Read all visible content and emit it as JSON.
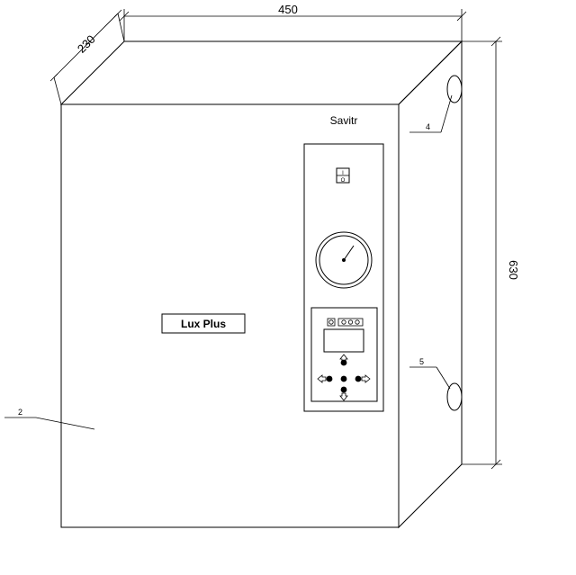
{
  "dimensions": {
    "width": "450",
    "depth": "230",
    "height": "630"
  },
  "labels": {
    "brand": "Savitr",
    "model": "Lux Plus",
    "callout_2": "2",
    "callout_4": "4",
    "callout_5": "5"
  },
  "switch": {
    "on_symbol": "I",
    "off_symbol": "O"
  },
  "icons": {
    "power-switch": "power-switch-icon",
    "gauge": "pressure-gauge-icon",
    "arrows": [
      "arrow-up-icon",
      "arrow-down-icon",
      "arrow-left-icon",
      "arrow-right-icon"
    ]
  }
}
